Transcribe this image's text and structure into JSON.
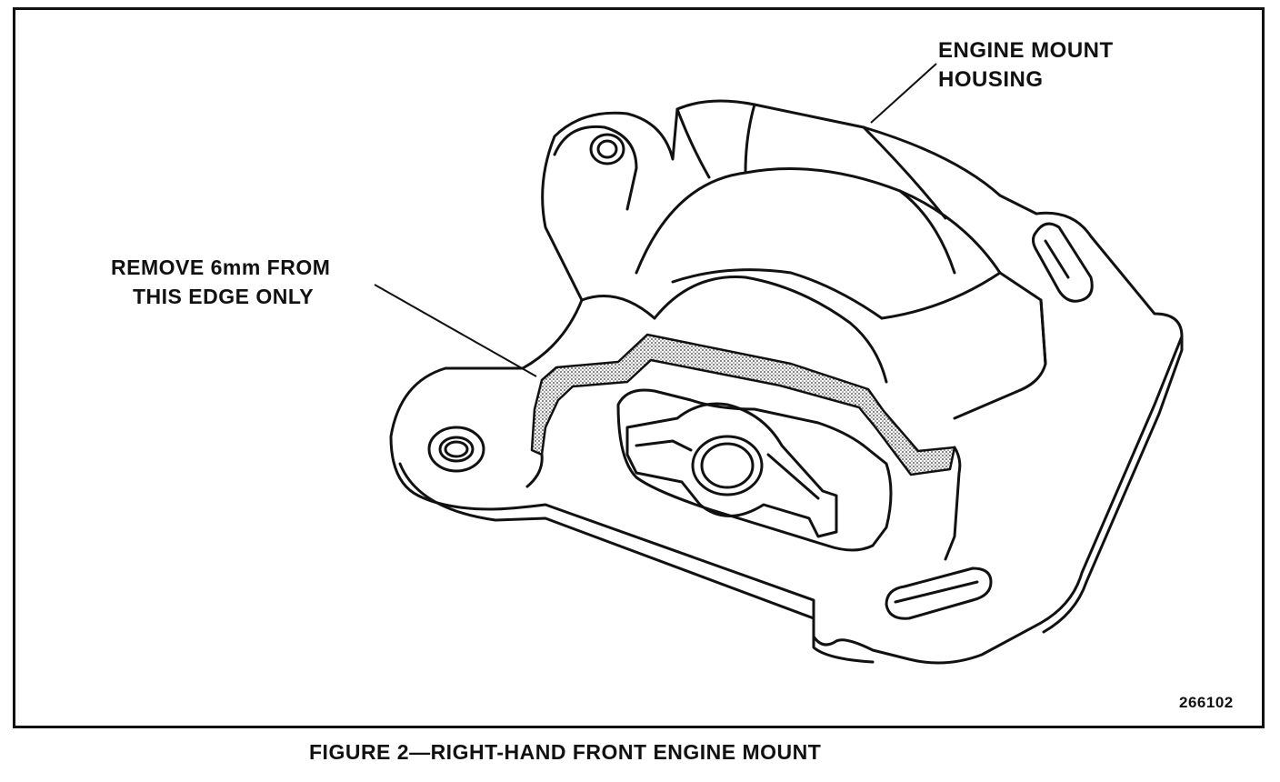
{
  "callouts": {
    "housing": [
      "ENGINE MOUNT",
      "HOUSING"
    ],
    "remove_edge": [
      "REMOVE 6mm FROM",
      "THIS EDGE ONLY"
    ]
  },
  "figure_id": "266102",
  "caption": "FIGURE 2—RIGHT-HAND FRONT ENGINE MOUNT",
  "colors": {
    "ink": "#111111",
    "paper": "#ffffff",
    "stipple": "#9a9a9a"
  }
}
